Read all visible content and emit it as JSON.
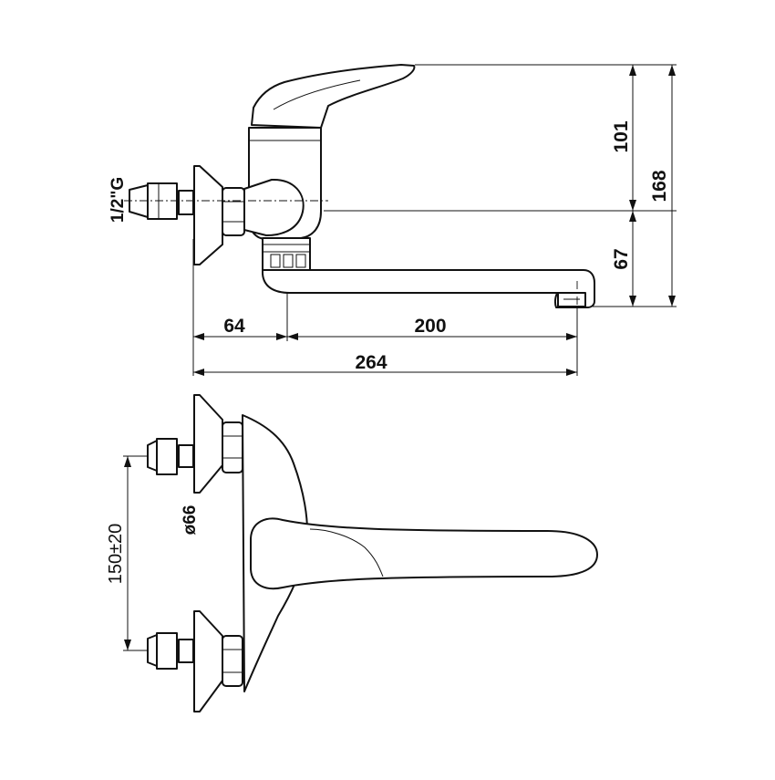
{
  "side_view": {
    "thread_label": "1/2\"G",
    "dims": {
      "handle_height": "101",
      "total_height": "168",
      "spout_height": "67",
      "wall_offset": "64",
      "spout_reach": "200",
      "total_length": "264"
    }
  },
  "top_view": {
    "dims": {
      "flange_diameter": "ø66",
      "inlet_spacing": "150±20"
    }
  },
  "colors": {
    "line": "#111111",
    "background": "#ffffff"
  }
}
